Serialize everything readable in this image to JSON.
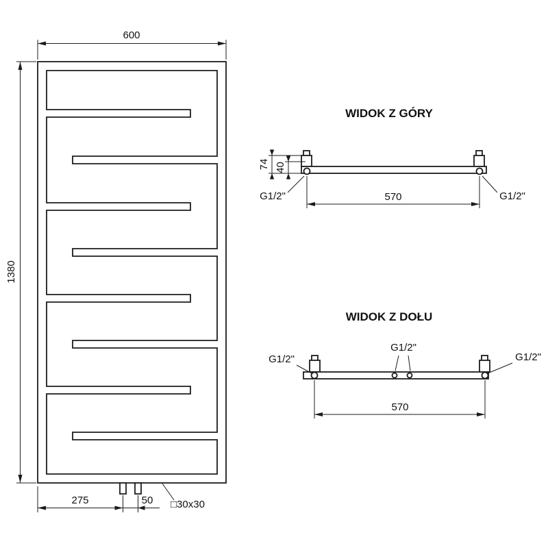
{
  "front_view": {
    "width_label": "600",
    "height_label": "1380",
    "offset_label": "275",
    "spacing_label": "50",
    "profile_label": "□30x30"
  },
  "top_view": {
    "title": "WIDOK Z GÓRY",
    "depth_label": "74",
    "inner_depth_label": "40",
    "span_label": "570",
    "thread_left_label": "G1/2\"",
    "thread_right_label": "G1/2\""
  },
  "bottom_view": {
    "title": "WIDOK Z DOŁU",
    "span_label": "570",
    "thread_left_label": "G1/2\"",
    "thread_center_label": "G1/2\"",
    "thread_right_label": "G1/2\""
  }
}
